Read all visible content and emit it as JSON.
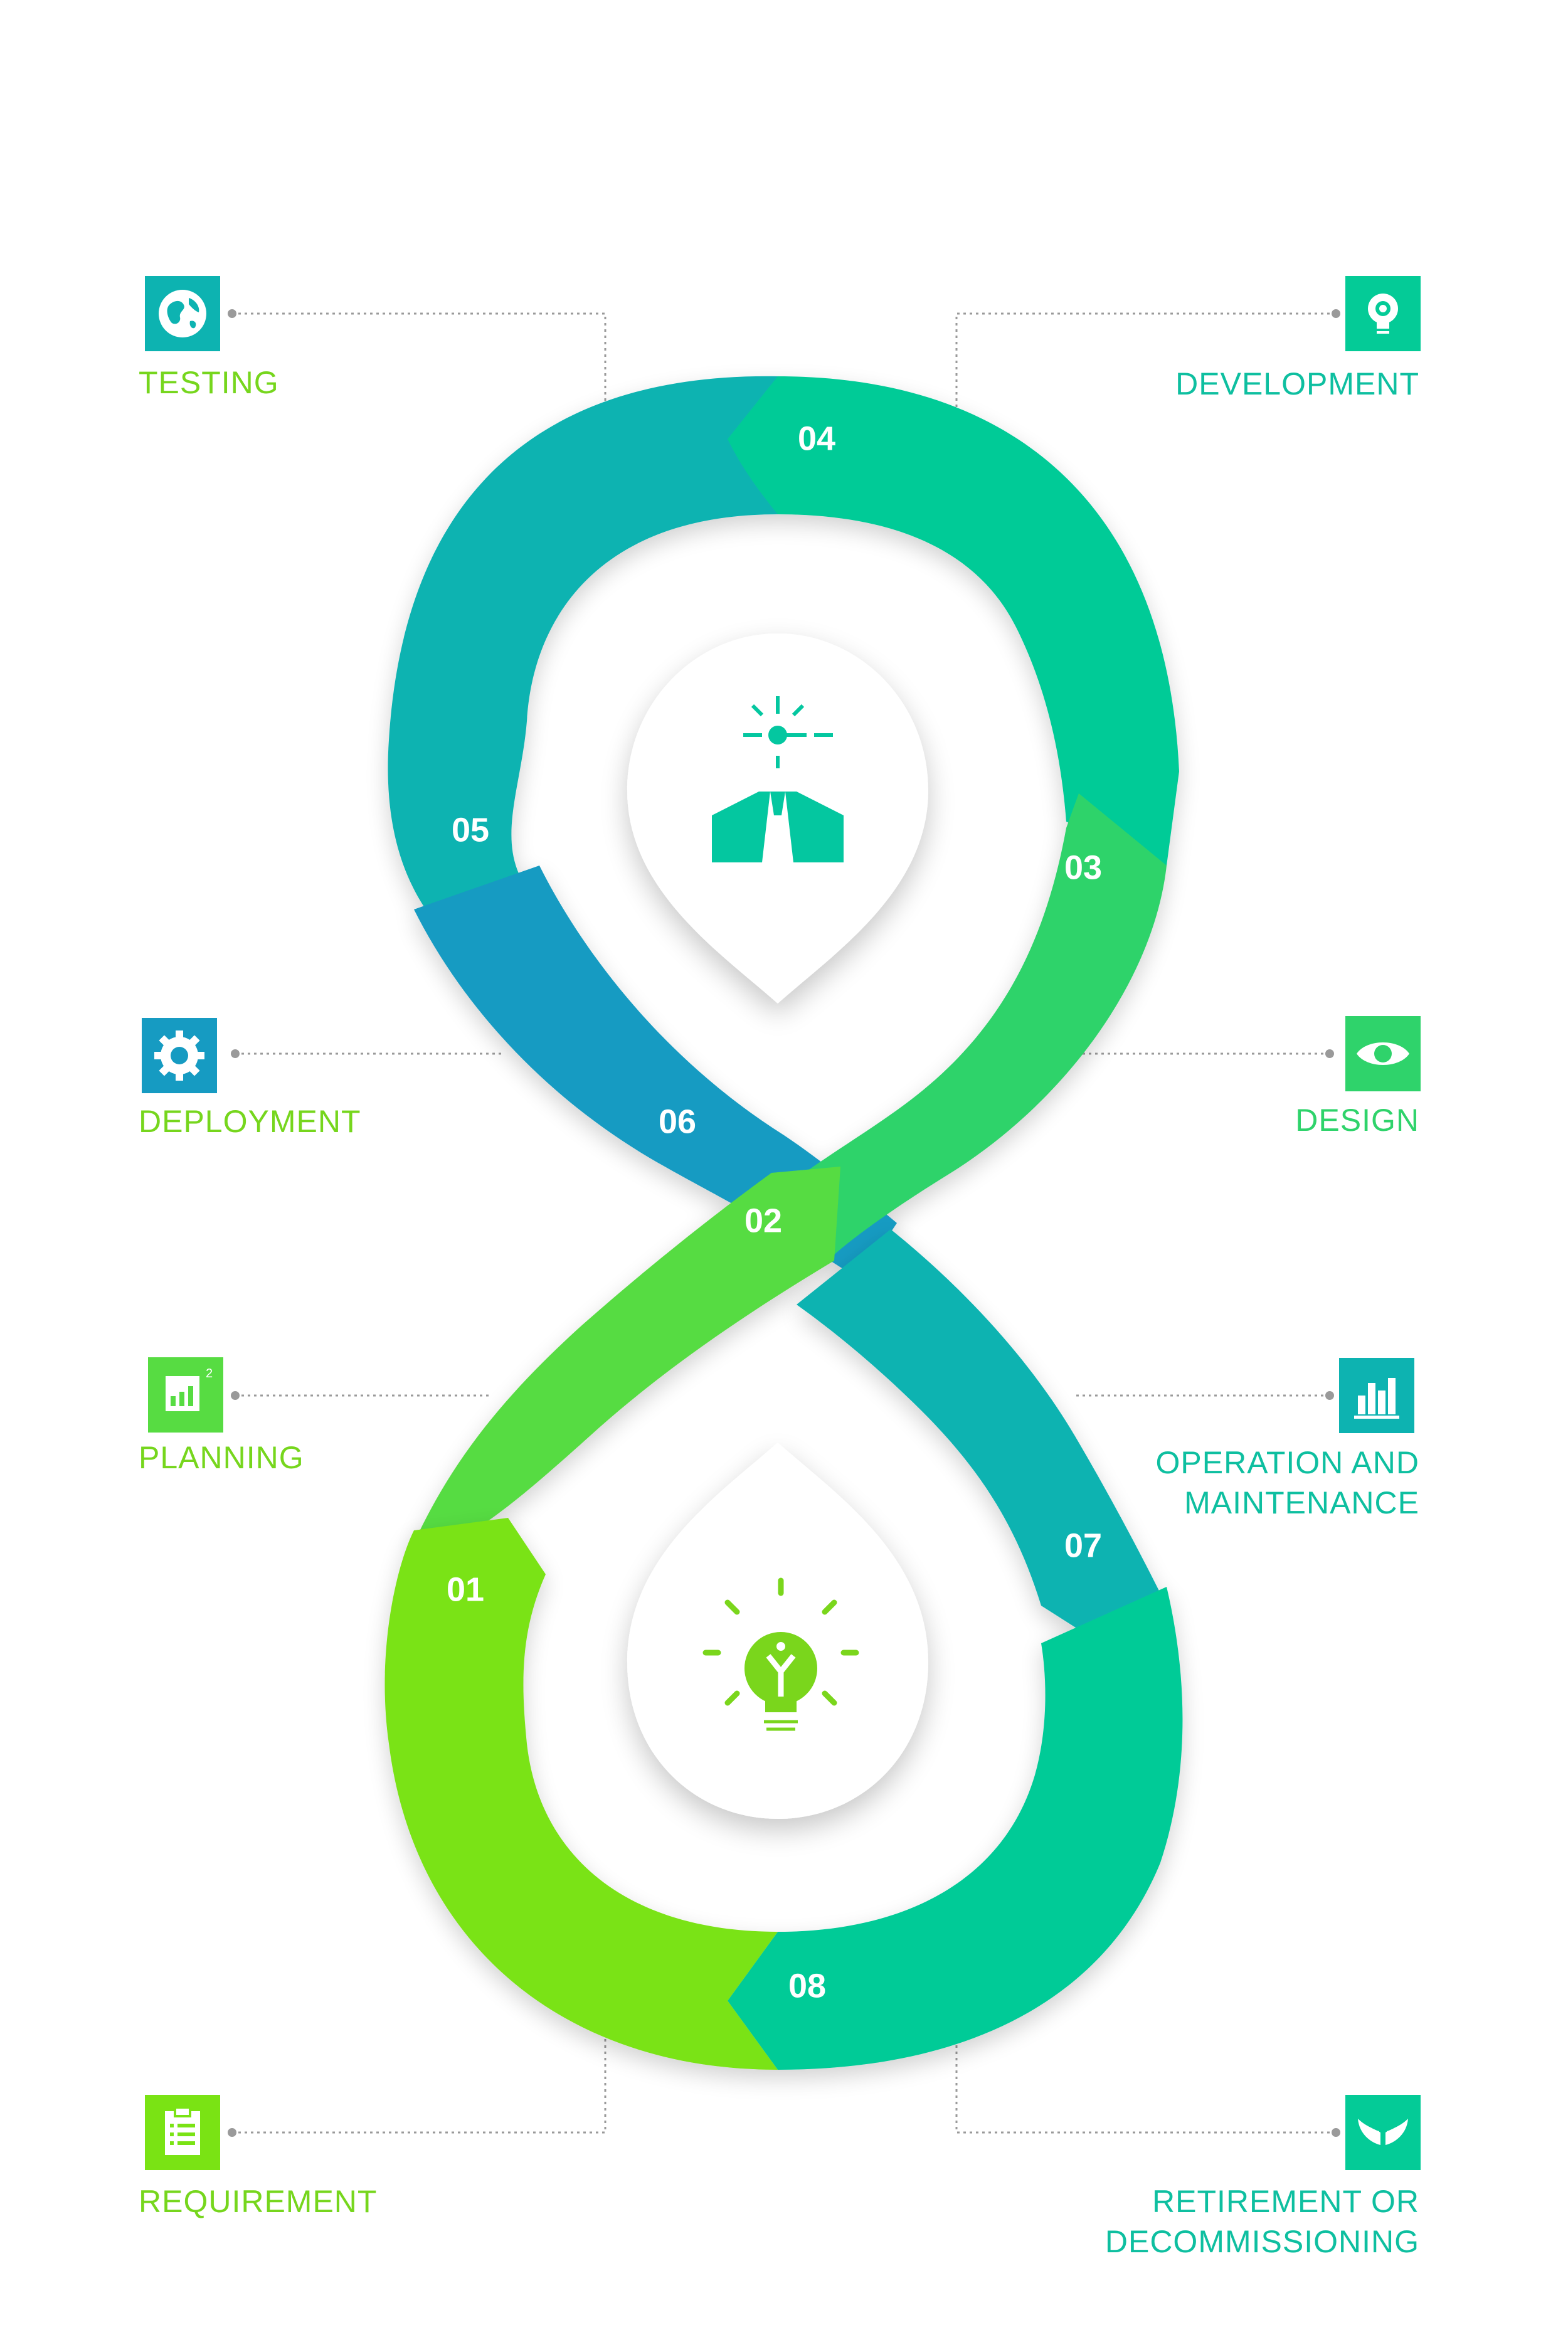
{
  "colors": {
    "teal_blue": "#0db3b1",
    "blue": "#169bc2",
    "green_teal": "#04cb97",
    "green": "#2fd36b",
    "light_green": "#57dc42",
    "lime": "#7ae314",
    "label_green": "#76d61d",
    "label_teal": "#0ebfa0"
  },
  "segments": [
    {
      "num": "01"
    },
    {
      "num": "02"
    },
    {
      "num": "03"
    },
    {
      "num": "04"
    },
    {
      "num": "05"
    },
    {
      "num": "06"
    },
    {
      "num": "07"
    },
    {
      "num": "08"
    }
  ],
  "stages": {
    "testing": {
      "label": "TESTING",
      "icon": "globe-icon"
    },
    "development": {
      "label": "DEVELOPMENT",
      "icon": "lightbulb-gear-icon"
    },
    "deployment": {
      "label": "DEPLOYMENT",
      "icon": "gear-icon"
    },
    "design": {
      "label": "DESIGN",
      "icon": "eye-icon"
    },
    "planning": {
      "label": "PLANNING",
      "icon": "bar-chart-squared-icon"
    },
    "operation": {
      "label": "OPERATION AND\nMAINTENANCE",
      "icon": "bar-chart-icon"
    },
    "requirement": {
      "label": "REQUIREMENT",
      "icon": "clipboard-icon"
    },
    "retirement": {
      "label": "RETIREMENT OR\nDECOMMISSIONING",
      "icon": "wings-icon"
    }
  },
  "center_icons": {
    "top": "businessman-idea-icon",
    "bottom": "lightbulb-icon"
  }
}
